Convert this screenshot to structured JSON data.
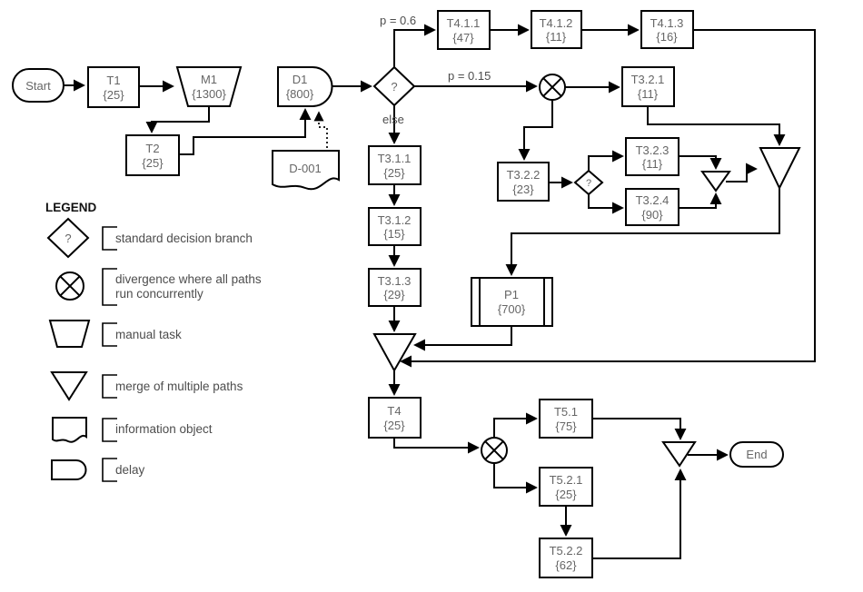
{
  "diagram": {
    "nodes": {
      "start": {
        "label": "Start"
      },
      "t1": {
        "label": "T1",
        "time": "{25}"
      },
      "m1": {
        "label": "M1",
        "time": "{1300}"
      },
      "t2": {
        "label": "T2",
        "time": "{25}"
      },
      "d1": {
        "label": "D1",
        "time": "{800}"
      },
      "d001": {
        "label": "D-001"
      },
      "decision1": {
        "label": "?"
      },
      "decision2": {
        "label": "?"
      },
      "t411": {
        "label": "T4.1.1",
        "time": "{47}"
      },
      "t412": {
        "label": "T4.1.2",
        "time": "{11}"
      },
      "t413": {
        "label": "T4.1.3",
        "time": "{16}"
      },
      "t321": {
        "label": "T3.2.1",
        "time": "{11}"
      },
      "t322": {
        "label": "T3.2.2",
        "time": "{23}"
      },
      "t323": {
        "label": "T3.2.3",
        "time": "{11}"
      },
      "t324": {
        "label": "T3.2.4",
        "time": "{90}"
      },
      "t311": {
        "label": "T3.1.1",
        "time": "{25}"
      },
      "t312": {
        "label": "T3.1.2",
        "time": "{15}"
      },
      "t313": {
        "label": "T3.1.3",
        "time": "{29}"
      },
      "p1": {
        "label": "P1",
        "time": "{700}"
      },
      "t4": {
        "label": "T4",
        "time": "{25}"
      },
      "t51": {
        "label": "T5.1",
        "time": "{75}"
      },
      "t521": {
        "label": "T5.2.1",
        "time": "{25}"
      },
      "t522": {
        "label": "T5.2.2",
        "time": "{62}"
      },
      "end": {
        "label": "End"
      }
    },
    "edge_labels": {
      "p06": "p = 0.6",
      "p015": "p = 0.15",
      "else_branch": "else"
    }
  },
  "legend": {
    "title": "LEGEND",
    "items": [
      {
        "symbol": "decision-diamond-icon",
        "line1": "standard decision branch",
        "line2": ""
      },
      {
        "symbol": "divergence-circle-icon",
        "line1": "divergence where all paths",
        "line2": "run concurrently"
      },
      {
        "symbol": "manual-task-icon",
        "line1": "manual task",
        "line2": ""
      },
      {
        "symbol": "merge-triangle-icon",
        "line1": "merge of multiple paths",
        "line2": ""
      },
      {
        "symbol": "information-object-icon",
        "line1": "information object",
        "line2": ""
      },
      {
        "symbol": "delay-icon",
        "line1": "delay",
        "line2": ""
      }
    ]
  },
  "colors": {
    "stroke": "#000000",
    "node_text": "#666666",
    "label_text": "#4d4d4d",
    "background": "#ffffff"
  }
}
